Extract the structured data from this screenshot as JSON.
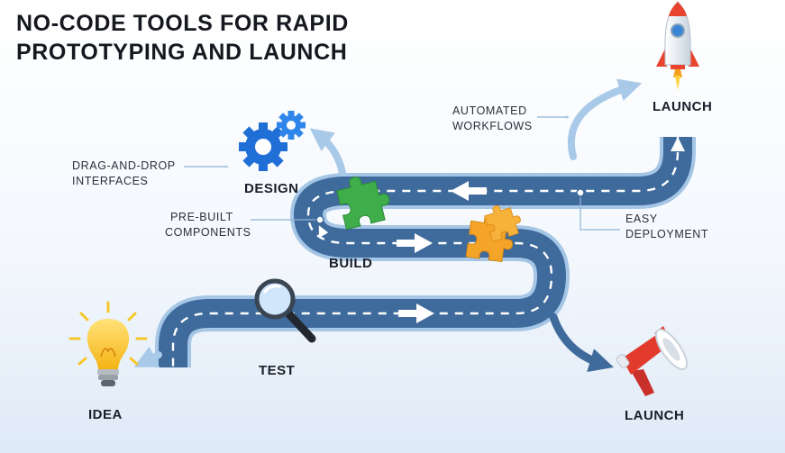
{
  "title": {
    "line1": "NO-CODE TOOLS FOR RAPID",
    "line2": "PROTOTYPING AND LAUNCH"
  },
  "stages": {
    "idea": "IDEA",
    "test": "TEST",
    "build": "BUILD",
    "design": "DESIGN",
    "launch_top": "LAUNCH",
    "launch_bottom": "LAUNCH"
  },
  "callouts": {
    "drag_drop": {
      "line1": "DRAG-AND-DROP",
      "line2": "INTERFACES"
    },
    "prebuilt": {
      "line1": "PRE-BUILT",
      "line2": "COMPONENTS"
    },
    "automated": {
      "line1": "AUTOMATED",
      "line2": "WORKFLOWS"
    },
    "easy_deploy": {
      "line1": "EASY",
      "line2": "DEPLOYMENT"
    }
  },
  "icons": {
    "idea": "light-bulb-icon",
    "test": "magnifier-icon",
    "build": "puzzle-icon",
    "design": "gears-icon",
    "launch_top": "rocket-icon",
    "launch_bottom": "megaphone-icon"
  },
  "colors": {
    "road": "#3e6a9c",
    "road_edge": "#9fc2e4",
    "dash": "#ffffff",
    "arrow_light": "#a9c9e8",
    "gear": "#1f6fd6",
    "puzzle_green": "#3fae4a",
    "puzzle_orange": "#f4a428",
    "bulb": "#f7c62a",
    "rocket_red": "#e8442e",
    "megaphone_red": "#e23b2e"
  }
}
